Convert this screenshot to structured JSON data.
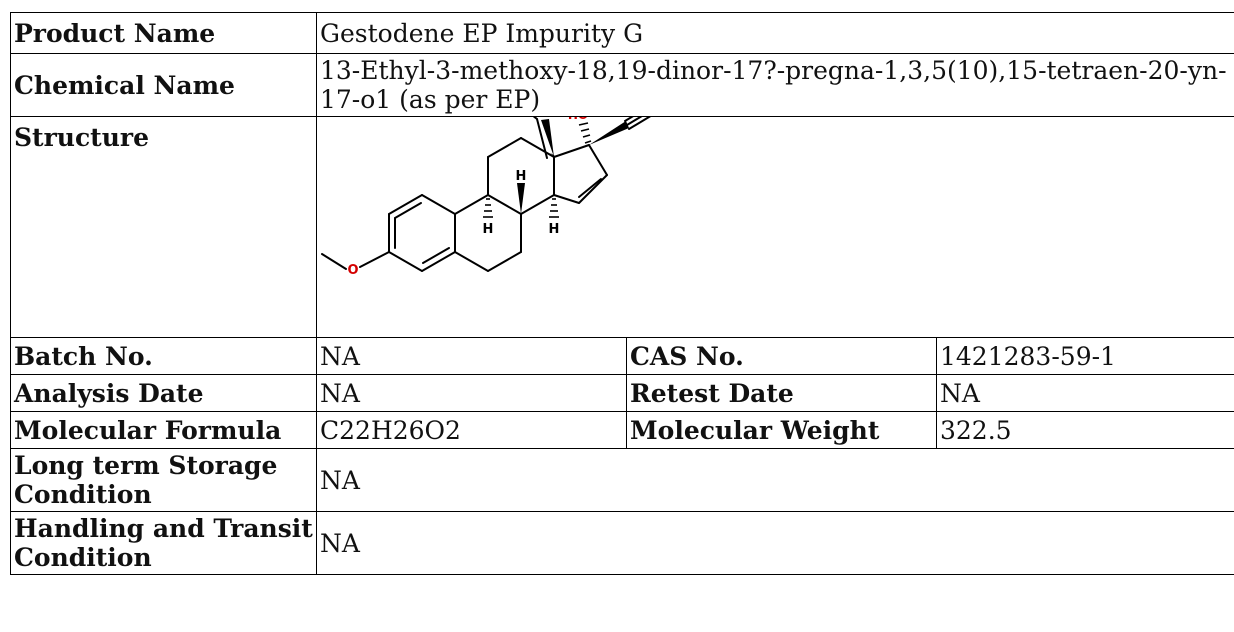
{
  "rows": {
    "product_name": {
      "label": "Product Name",
      "value": "Gestodene EP Impurity G"
    },
    "chemical_name": {
      "label": "Chemical Name",
      "value": "13-Ethyl-3-methoxy-18,19-dinor-17?-pregna-1,3,5(10),15-tetraen-20-yn-17-o1 (as per EP)"
    },
    "structure": {
      "label": "Structure",
      "atoms": {
        "oh": "HO",
        "o": "O",
        "h1": "H",
        "h2": "H",
        "h3": "H"
      }
    },
    "batch": {
      "label": "Batch No.",
      "value": "NA"
    },
    "cas": {
      "label": "CAS No.",
      "value": "1421283-59-1"
    },
    "analysis_date": {
      "label": "Analysis Date",
      "value": "NA"
    },
    "retest_date": {
      "label": "Retest Date",
      "value": "NA"
    },
    "formula": {
      "label": "Molecular Formula",
      "value": "C22H26O2"
    },
    "weight": {
      "label": "Molecular Weight",
      "value": "322.5"
    },
    "storage": {
      "label": "Long term Storage Condition",
      "value": "NA"
    },
    "handling": {
      "label": "Handling and Transit Condition",
      "value": "NA"
    }
  },
  "colors": {
    "heteroatom": "#d40000",
    "bond": "#000000"
  }
}
